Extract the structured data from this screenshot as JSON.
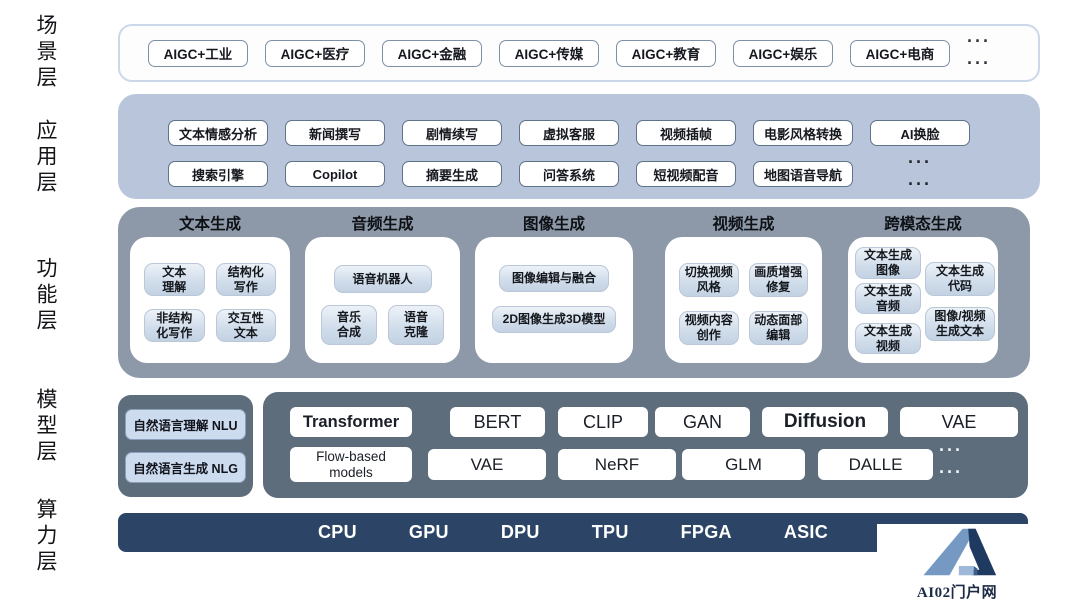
{
  "ui": {
    "dots": "···"
  },
  "watermark": {
    "brand": "AI02门户网"
  },
  "layers": {
    "scenario": {
      "label": "场景层",
      "items": [
        "AIGC+工业",
        "AIGC+医疗",
        "AIGC+金融",
        "AIGC+传媒",
        "AIGC+教育",
        "AIGC+娱乐",
        "AIGC+电商"
      ]
    },
    "application": {
      "label": "应用层",
      "row1": [
        "文本情感分析",
        "新闻撰写",
        "剧情续写",
        "虚拟客服",
        "视频插帧",
        "电影风格转换",
        "AI换脸"
      ],
      "row2": [
        "搜索引擎",
        "Copilot",
        "摘要生成",
        "问答系统",
        "短视频配音",
        "地图语音导航"
      ]
    },
    "function": {
      "label": "功能层",
      "groups": [
        {
          "title": "文本生成",
          "chips": [
            "文本\n理解",
            "结构化\n写作",
            "非结构\n化写作",
            "交互性\n文本"
          ]
        },
        {
          "title": "音频生成",
          "wide": "语音机器人",
          "chips": [
            "音乐\n合成",
            "语音\n克隆"
          ]
        },
        {
          "title": "图像生成",
          "chips": [
            "图像编辑与融合",
            "2D图像生成3D模型"
          ]
        },
        {
          "title": "视频生成",
          "chips": [
            "切换视频\n风格",
            "画质增强\n修复",
            "视频内容\n创作",
            "动态面部\n编辑"
          ]
        },
        {
          "title": "跨模态生成",
          "left": [
            "文本生成\n图像",
            "文本生成\n音频",
            "文本生成\n视频"
          ],
          "right": [
            "文本生成\n代码",
            "图像/视频\n生成文本"
          ]
        }
      ]
    },
    "model": {
      "label": "模型层",
      "nl": [
        "自然语言理解 NLU",
        "自然语言生成 NLG"
      ],
      "row1": [
        "Transformer",
        "BERT",
        "CLIP",
        "GAN",
        "Diffusion",
        "VAE"
      ],
      "row2": [
        "Flow-based\nmodels",
        "VAE",
        "NeRF",
        "GLM",
        "DALLE"
      ]
    },
    "compute": {
      "label": "算力层",
      "items": [
        "CPU",
        "GPU",
        "DPU",
        "TPU",
        "FPGA",
        "ASIC"
      ]
    }
  }
}
